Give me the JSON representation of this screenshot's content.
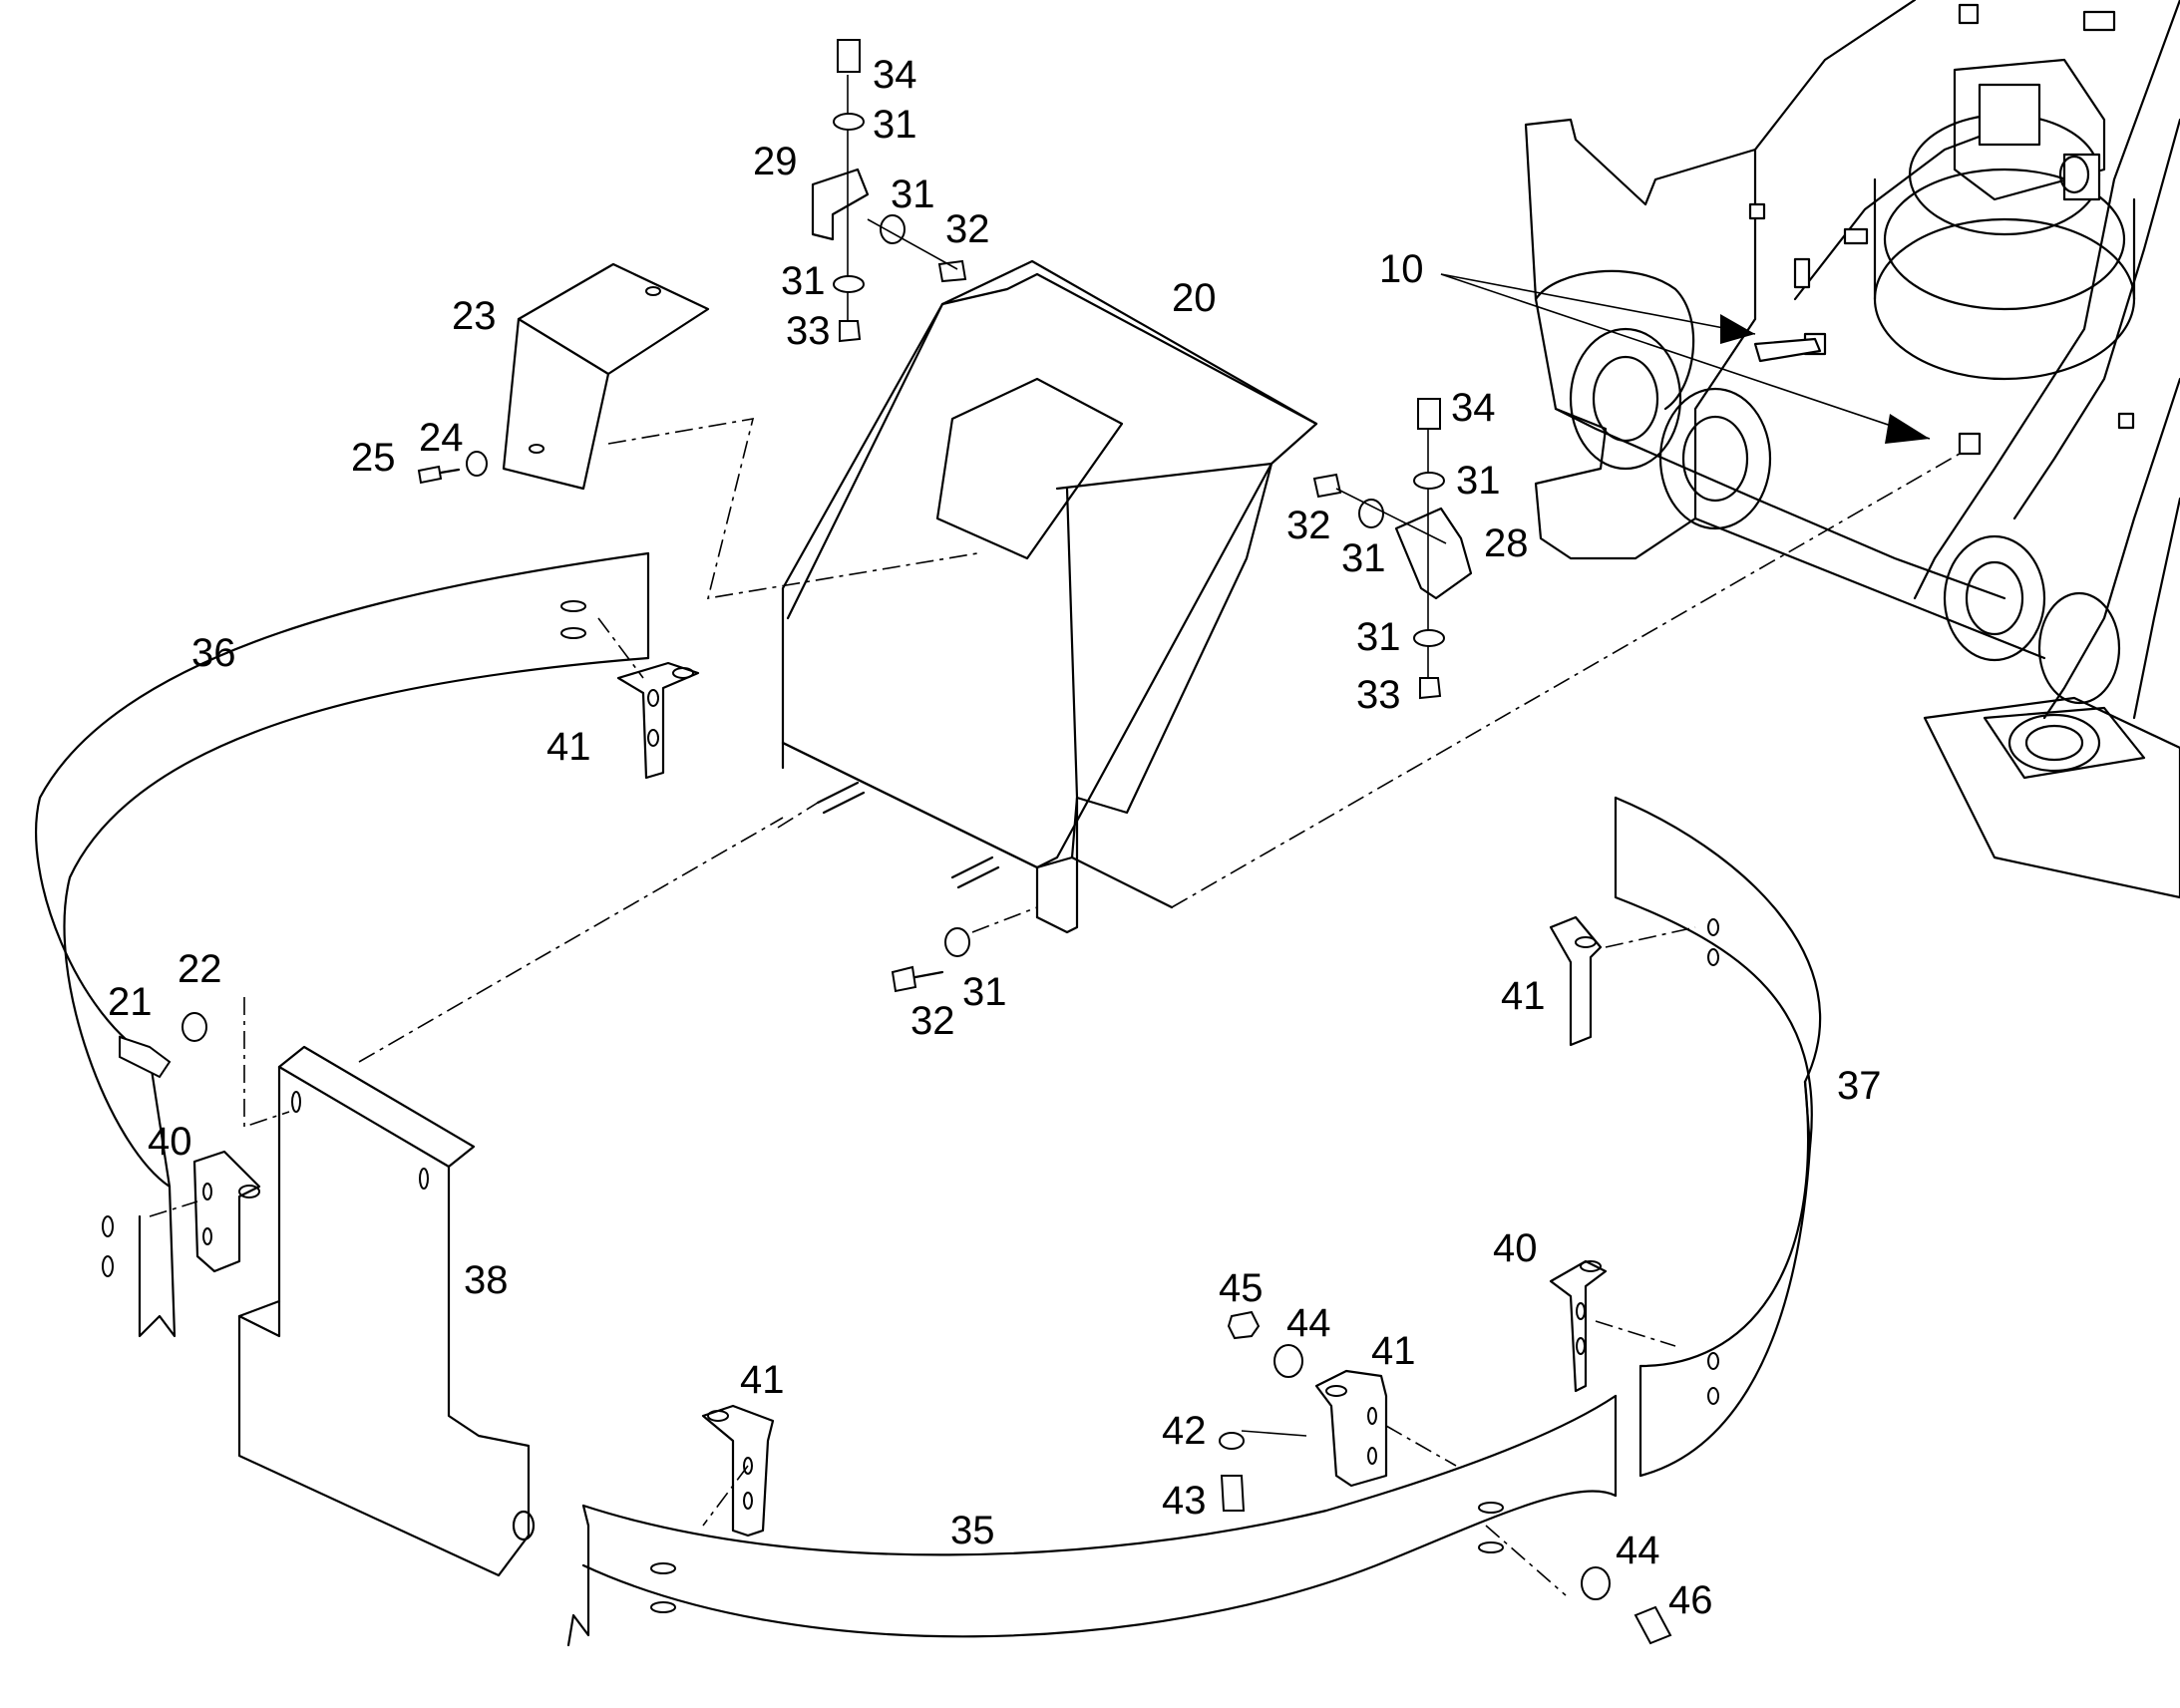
{
  "labels": {
    "l10": "10",
    "l20": "20",
    "l21": "21",
    "l22": "22",
    "l23": "23",
    "l24": "24",
    "l25": "25",
    "l28": "28",
    "l29": "29",
    "l31": "31",
    "l32": "32",
    "l33": "33",
    "l34": "34",
    "l35": "35",
    "l36": "36",
    "l37": "37",
    "l38": "38",
    "l40": "40",
    "l41": "41",
    "l42": "42",
    "l43": "43",
    "l44": "44",
    "l45": "45",
    "l46": "46"
  }
}
